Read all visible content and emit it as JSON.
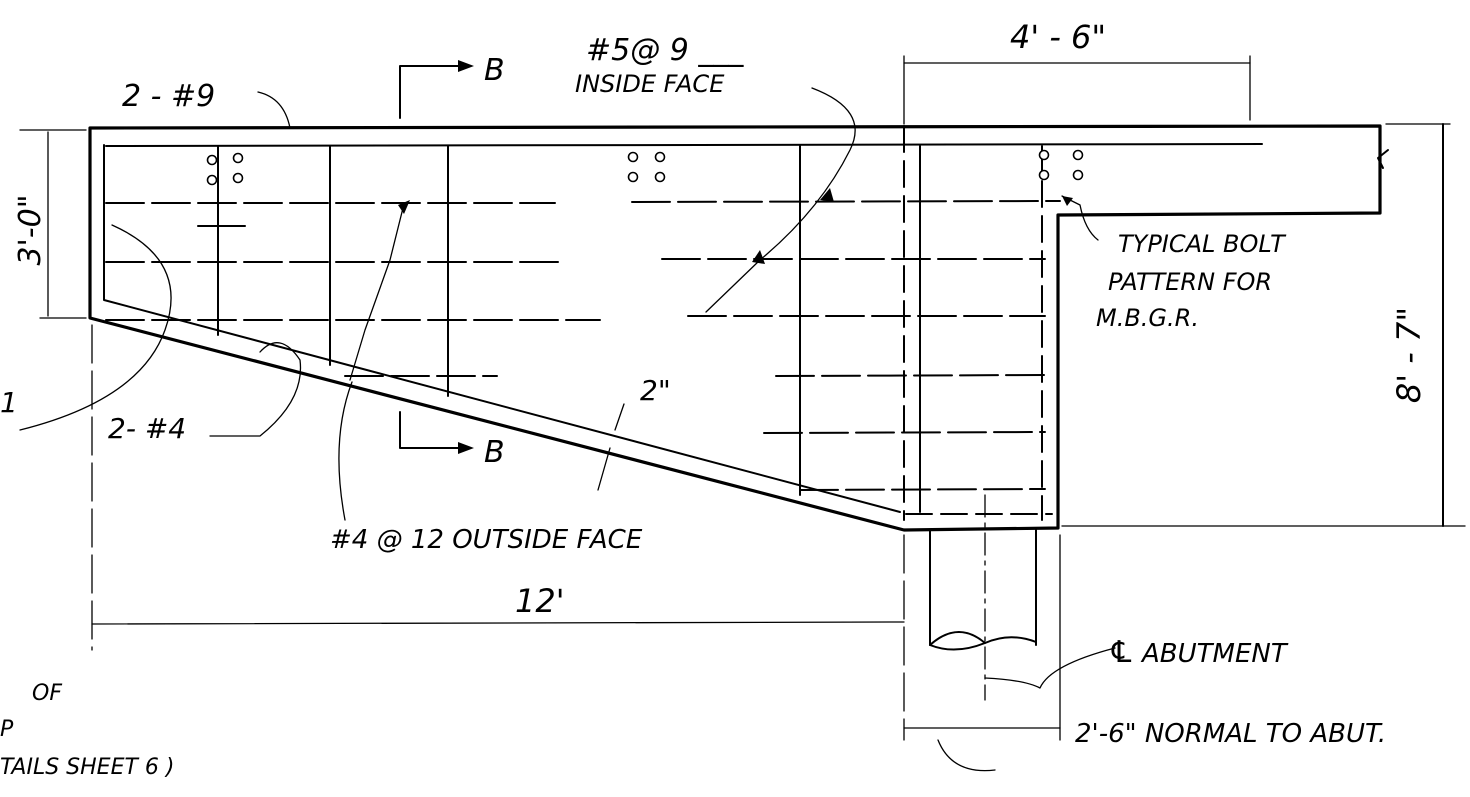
{
  "labels": {
    "top_bar": "2 - #9",
    "top_bar_arrow": "#5@ 9 ___",
    "inside_face": "INSIDE FACE",
    "section_top": "B",
    "section_bottom": "B",
    "dim_top_right": "4' - 6\"",
    "dim_left_height": "3'-0\"",
    "dim_right_height": "8' - 7\"",
    "dim_clear": "2\"",
    "dim_length": "12'",
    "bottom_bar": "2- #4",
    "outside_face": "#4 @ 12 OUTSIDE FACE",
    "bolt_note_1": "TYPICAL BOLT",
    "bolt_note_2": "PATTERN FOR",
    "bolt_note_3": "M.B.G.R.",
    "abutment": "ABUTMENT",
    "abutment_width": "2'-6\" NORMAL TO ABUT.",
    "cut_left_1": "OF",
    "cut_left_2": "P",
    "cut_left_3": "TAILS SHEET 6 )",
    "cut_left_mark": "1"
  }
}
